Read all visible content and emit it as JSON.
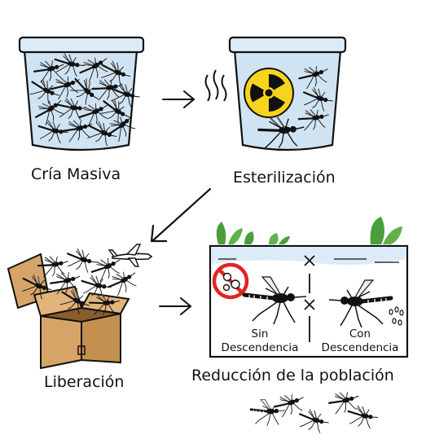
{
  "steps": {
    "mass_rearing": "Cría Masiva",
    "sterilization": "Esterilización",
    "release": "Liberación",
    "reduction": "Reducción de la población"
  },
  "outcomes": {
    "without_offspring": "Sin\nDescendencia",
    "with_offspring": "Con\nDescendencia"
  },
  "icons": {
    "radiation": "radiation-icon",
    "prohibited": "no-eggs-icon",
    "airplane": "airplane-icon",
    "box": "open-box-icon",
    "mosquito": "mosquito-icon"
  },
  "colors": {
    "bucket": "#cfe3f3",
    "bucket_rim": "#dcebf8",
    "radiation_fill": "#f6d31c",
    "prohibited_red": "#e02424",
    "box": "#d7a468",
    "plant": "#4a9e3c"
  }
}
